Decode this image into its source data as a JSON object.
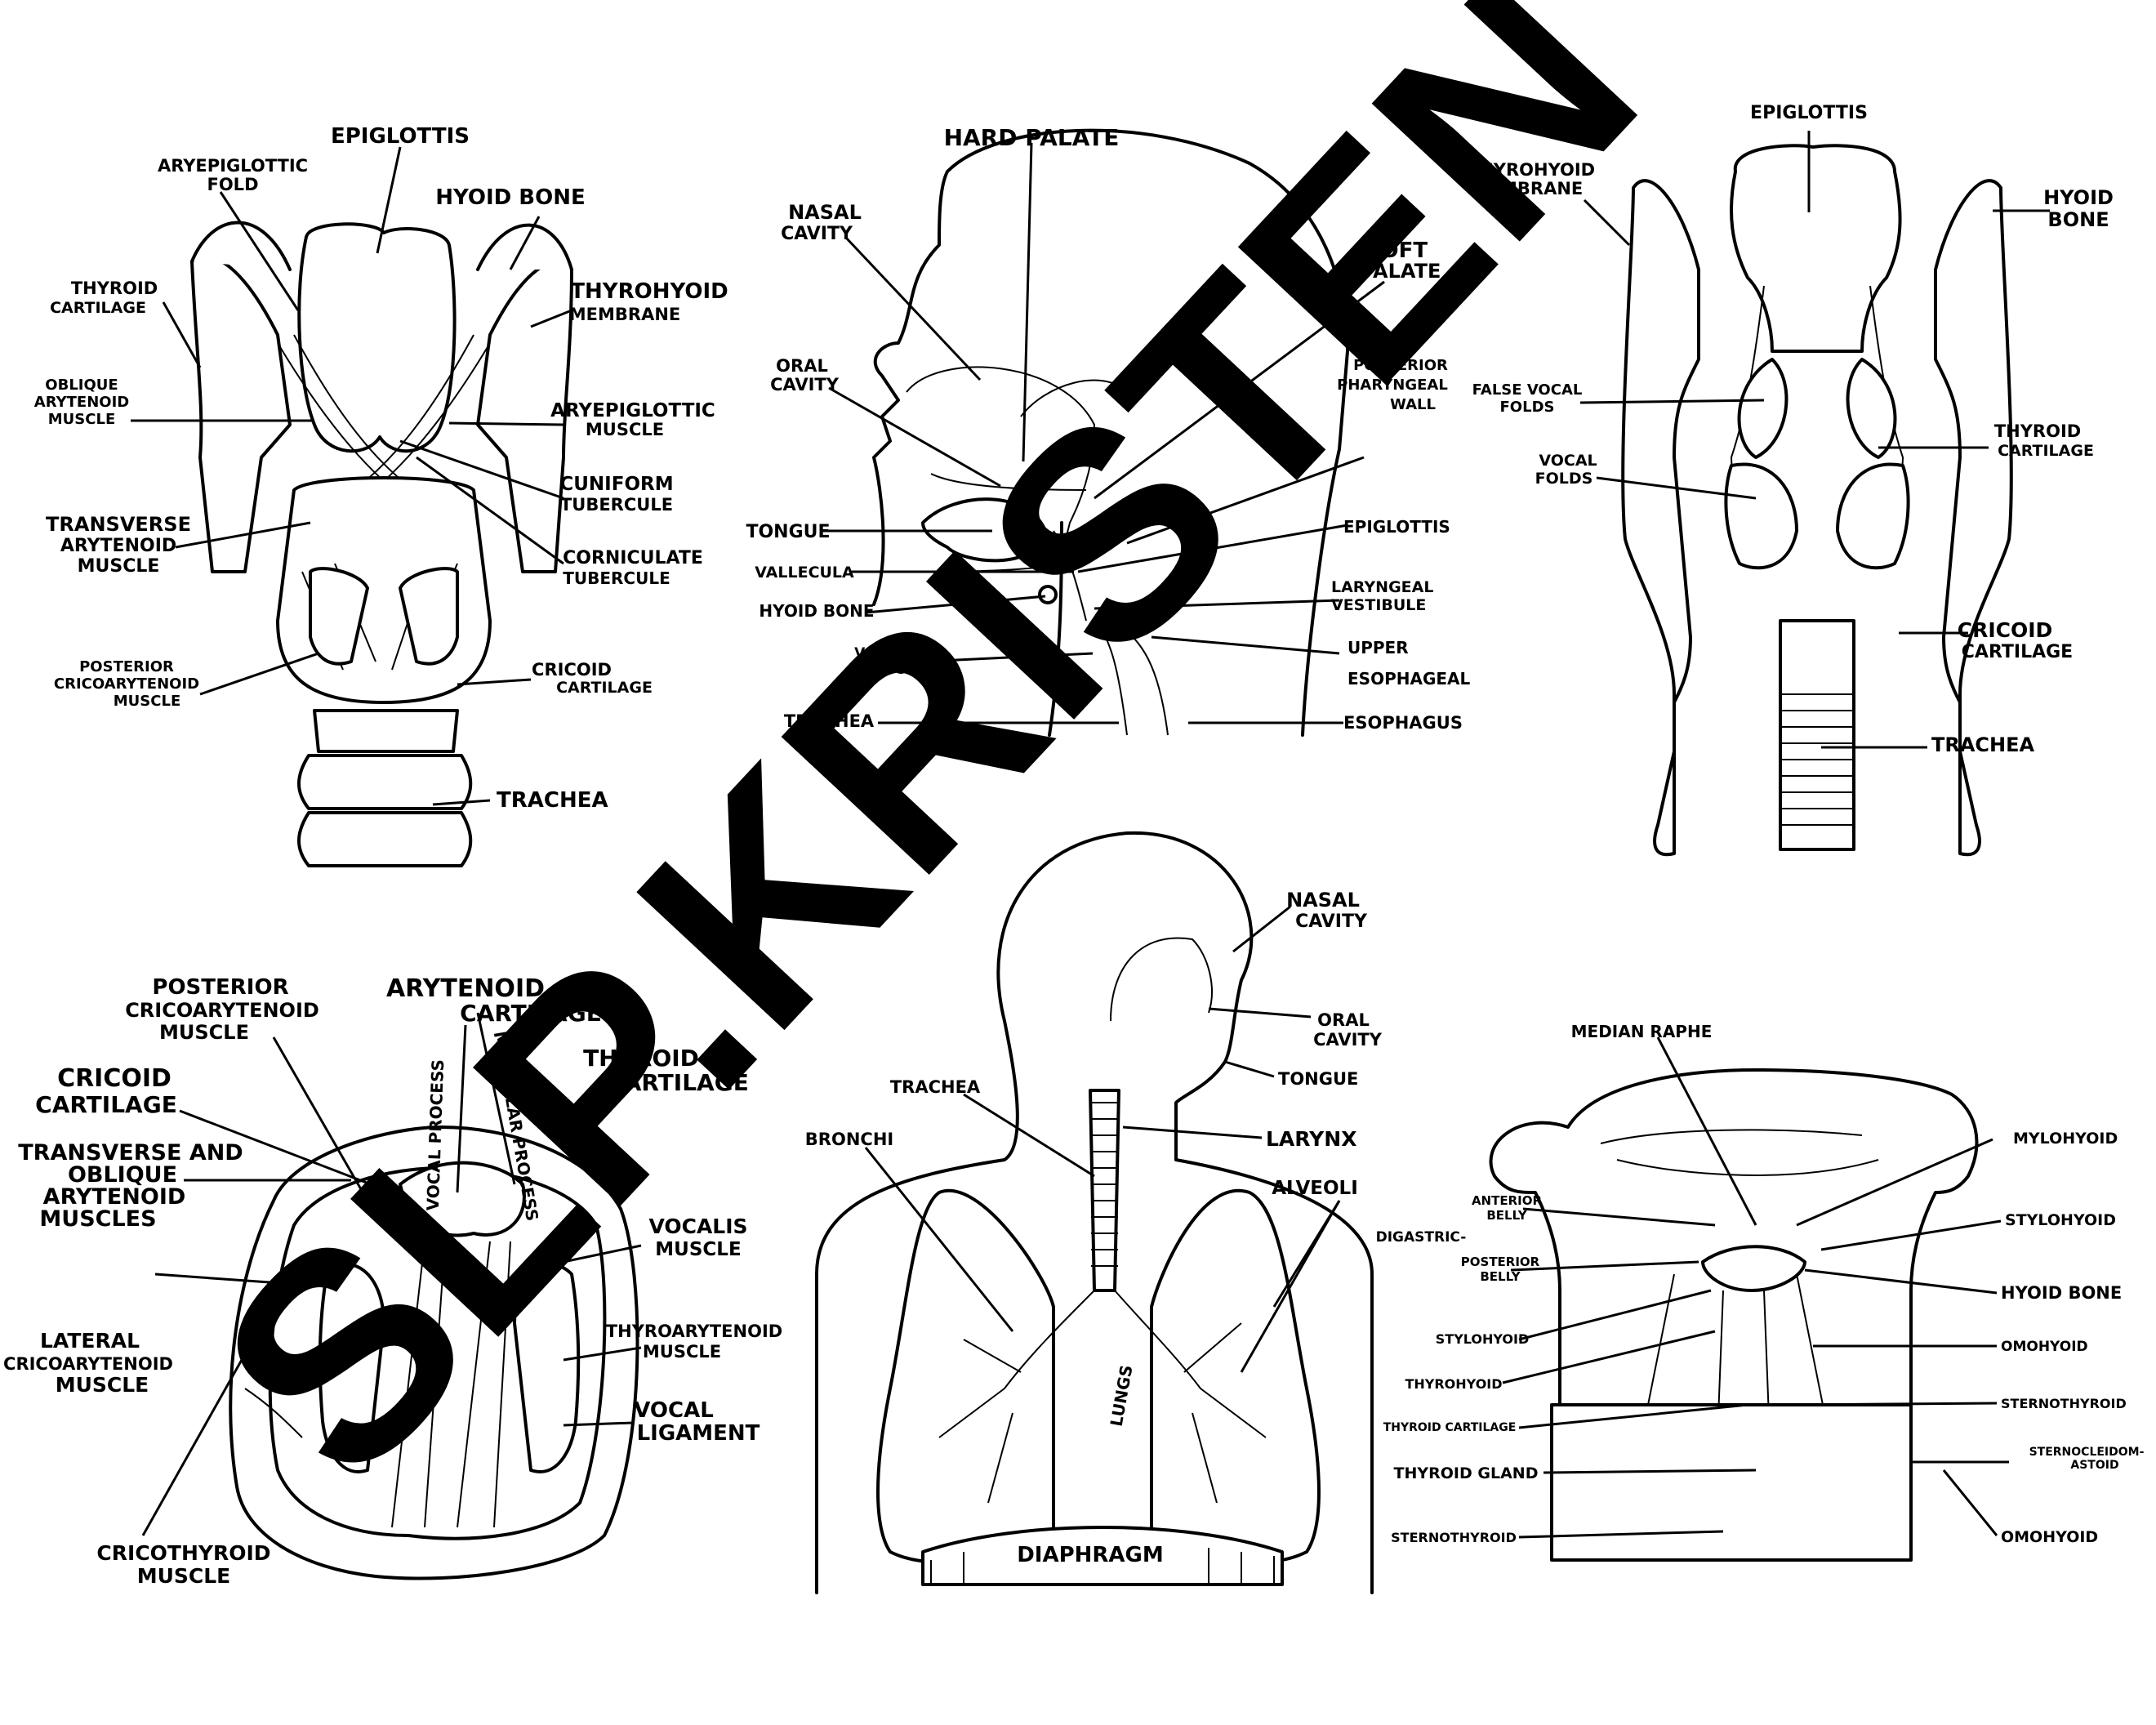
{
  "watermark": "SLP.KRISTEN",
  "panels": {
    "posterior_larynx": {
      "epiglottis": "EPIGLOTTIS",
      "aryepiglottic_fold_1": "ARYEPIGLOTTIC",
      "aryepiglottic_fold_2": "FOLD",
      "hyoid_bone": "HYOID BONE",
      "thyroid_cartilage_1": "THYROID",
      "thyroid_cartilage_2": "CARTILAGE",
      "thyrohyoid_membrane_1": "THYROHYOID",
      "thyrohyoid_membrane_2": "MEMBRANE",
      "oblique_arytenoid_1": "OBLIQUE",
      "oblique_arytenoid_2": "ARYTENOID",
      "oblique_arytenoid_3": "MUSCLE",
      "aryepiglottic_muscle_1": "ARYEPIGLOTTIC",
      "aryepiglottic_muscle_2": "MUSCLE",
      "cuniform_1": "CUNIFORM",
      "cuniform_2": "TUBERCULE",
      "transverse_1": "TRANSVERSE",
      "transverse_2": "ARYTENOID",
      "transverse_3": "MUSCLE",
      "corniculate_1": "CORNICULATE",
      "corniculate_2": "TUBERCULE",
      "posterior_crico_1": "POSTERIOR",
      "posterior_crico_2": "CRICOARYTENOID",
      "posterior_crico_3": "MUSCLE",
      "cricoid_1": "CRICOID",
      "cricoid_2": "CARTILAGE",
      "trachea": "TRACHEA"
    },
    "sagittal_head": {
      "hard_palate": "HARD PALATE",
      "nasal_cavity_1": "NASAL",
      "nasal_cavity_2": "CAVITY",
      "soft_palate_1": "SOFT",
      "soft_palate_2": "PALATE",
      "oral_cavity_1": "ORAL",
      "oral_cavity_2": "CAVITY",
      "posterior_wall_1": "POSTERIOR",
      "posterior_wall_2": "PHARYNGEAL",
      "posterior_wall_3": "WALL",
      "tongue": "TONGUE",
      "epiglottis": "EPIGLOTTIS",
      "vallecula": "VALLECULA",
      "laryngeal_1": "LARYNGEAL",
      "laryngeal_2": "VESTIBULE",
      "hyoid_bone": "HYOID BONE",
      "vocal_folds_1": "VOCAL",
      "vocal_folds_2": "FOLDS",
      "upper_es_1": "UPPER",
      "upper_es_2": "ESOPHAGEAL",
      "trachea": "TRACHEA",
      "esophagus": "ESOPHAGUS"
    },
    "coronal_larynx": {
      "epiglottis": "EPIGLOTTIS",
      "thyrohyoid_1": "THYROHYOID",
      "thyrohyoid_2": "MEMBRANE",
      "hyoid_1": "HYOID",
      "hyoid_2": "BONE",
      "false_vf_1": "FALSE VOCAL",
      "false_vf_2": "FOLDS",
      "vocal_folds_1": "VOCAL",
      "vocal_folds_2": "FOLDS",
      "thyroid_1": "THYROID",
      "thyroid_2": "CARTILAGE",
      "cricoid_1": "CRICOID",
      "cricoid_2": "CARTILAGE",
      "trachea": "TRACHEA"
    },
    "superior_larynx": {
      "posterior_ca_1": "POSTERIOR",
      "posterior_ca_2": "CRICOARYTENOID",
      "posterior_ca_3": "MUSCLE",
      "arytenoid_1": "ARYTENOID",
      "arytenoid_2": "CARTILAGE",
      "thyroid_1": "THYROID",
      "thyroid_2": "CARTILAGE",
      "cricoid_1": "CRICOID",
      "cricoid_2": "CARTILAGE",
      "vocal_process": "VOCAL PROCESS",
      "muscular_process": "MUSCULAR PROCESS",
      "transverse_1": "TRANSVERSE AND",
      "transverse_2": "OBLIQUE",
      "transverse_3": "ARYTENOID",
      "transverse_4": "MUSCLES",
      "vocalis_1": "VOCALIS",
      "vocalis_2": "MUSCLE",
      "lateral_1": "LATERAL",
      "lateral_2": "CRICOARYTENOID",
      "lateral_3": "MUSCLE",
      "thyroarytenoid_1": "THYROARYTENOID",
      "thyroarytenoid_2": "MUSCLE",
      "vocal_lig_1": "VOCAL",
      "vocal_lig_2": "LIGAMENT",
      "cricothyroid_1": "CRICOTHYROID",
      "cricothyroid_2": "MUSCLE"
    },
    "respiratory": {
      "nasal_1": "NASAL",
      "nasal_2": "CAVITY",
      "oral_1": "ORAL",
      "oral_2": "CAVITY",
      "tongue": "TONGUE",
      "trachea": "TRACHEA",
      "larynx": "LARYNX",
      "bronchi": "BRONCHI",
      "alveoli": "ALVEOLI",
      "lungs": "LUNGS",
      "diaphragm": "DIAPHRAGM"
    },
    "neck": {
      "median_raphe": "MEDIAN RAPHE",
      "mylohyoid": "MYLOHYOID",
      "anterior_belly_1": "ANTERIOR",
      "anterior_belly_2": "BELLY",
      "digastric": "DIGASTRIC-",
      "posterior_belly_1": "POSTERIOR",
      "posterior_belly_2": "BELLY",
      "stylohyoid_r": "STYLOHYOID",
      "hyoid_bone": "HYOID BONE",
      "stylohyoid_l": "STYLOHYOID",
      "omohyoid_1": "OMOHYOID",
      "thyrohyoid": "THYROHYOID",
      "thyroid_cartilage": "THYROID CARTILAGE",
      "sternothyroid_r": "STERNOTHYROID",
      "thyroid_gland": "THYROID GLAND",
      "scm_1": "STERNOCLEIDOM-",
      "scm_2": "ASTOID",
      "sternothyroid_l": "STERNOTHYROID",
      "omohyoid_2": "OMOHYOID"
    }
  }
}
